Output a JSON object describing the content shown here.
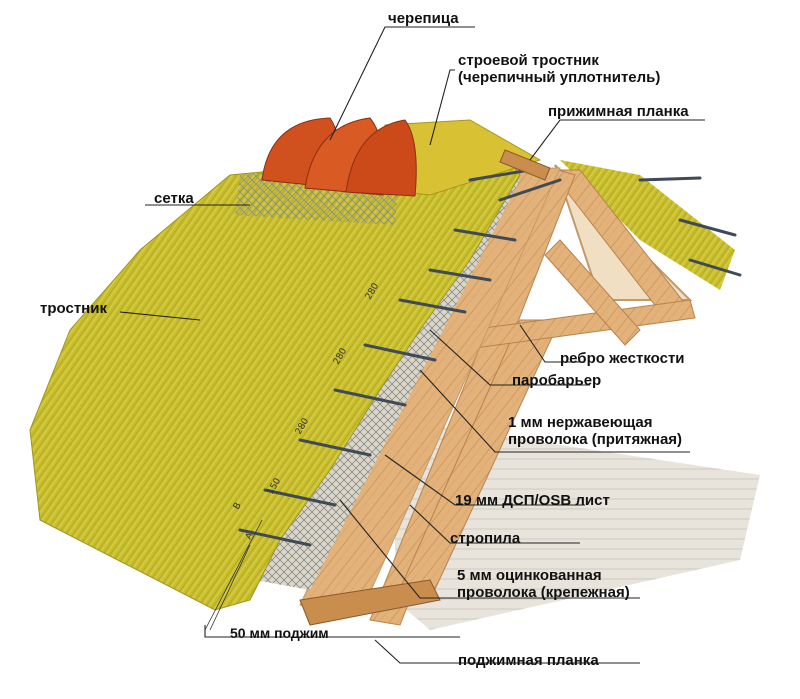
{
  "labels": {
    "cherepitsa": "черепица",
    "reed_line1": "строевой тростник",
    "reed_line2": "(черепичный уплотнитель)",
    "clamp_top": "прижимная планка",
    "setka": "сетка",
    "trostnik": "тростник",
    "rebro": "ребро жесткости",
    "parobarier": "паробарьер",
    "wire1_line1": "1 мм нержавеющая",
    "wire1_line2": "проволока (притяжная)",
    "osb": "19 мм ДСП/OSB лист",
    "stropila": "стропила",
    "wire5_line1": "5 мм оцинкованная",
    "wire5_line2": "проволока (крепежная)",
    "podzhim": "50 мм поджим",
    "clamp_bottom": "поджимная планка"
  },
  "dimensions": {
    "d1": "280",
    "d2": "280",
    "d3": "280",
    "d4": "150",
    "mark_a": "А",
    "mark_b": "В"
  },
  "colors": {
    "reed": "#c9bf2c",
    "reed_dark": "#9c9420",
    "wood": "#e2b27a",
    "wood_dark": "#b8824a",
    "tile": "#d0501e",
    "mesh": "#8a8f8a",
    "label_text": "#111111",
    "leader": "#222222"
  }
}
